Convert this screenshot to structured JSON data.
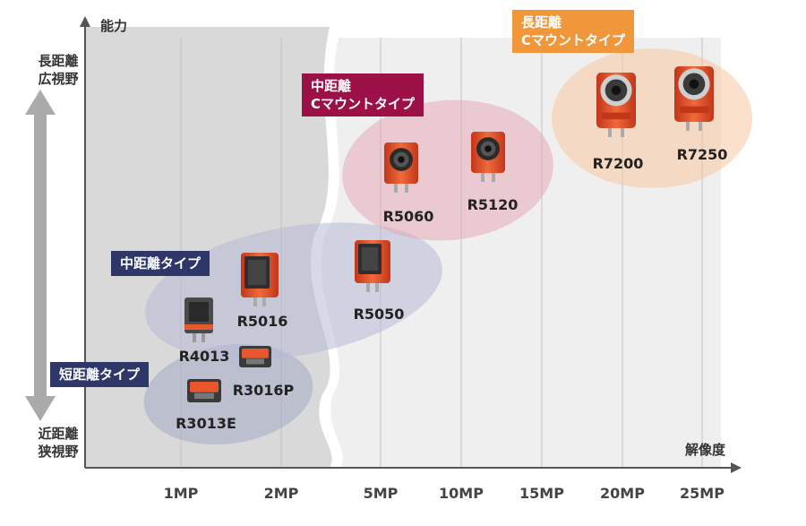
{
  "colors": {
    "accent_orange": "#f0973c",
    "tag_crimson": "#9c1048",
    "tag_navy": "#2f3668",
    "camera_orange": "#e8572b",
    "bg_gray": "#d9d9d9"
  },
  "chart_data": {
    "type": "scatter",
    "title": "",
    "xlabel": "解像度",
    "ylabel": "能力",
    "x_scale": "broken",
    "x_ticks": [
      "1MP",
      "2MP",
      "5MP",
      "10MP",
      "15MP",
      "20MP",
      "25MP"
    ],
    "y_axis_top": [
      "長距離",
      "広視野"
    ],
    "y_axis_bottom": [
      "近距離",
      "狭視野"
    ],
    "grid": true,
    "groups": [
      {
        "name": "短距離タイプ",
        "color": "#2f3668"
      },
      {
        "name": "中距離タイプ",
        "color": "#2f3668"
      },
      {
        "name": "中距離 Cマウントタイプ",
        "name_lines": [
          "中距離",
          "Cマウントタイプ"
        ],
        "color": "#9c1048"
      },
      {
        "name": "長距離 Cマウントタイプ",
        "name_lines": [
          "長距離",
          "Cマウントタイプ"
        ],
        "color": "#f0973c"
      }
    ],
    "points": [
      {
        "model": "R3013E",
        "x": "1MP",
        "group": "短距離タイプ"
      },
      {
        "model": "R3016P",
        "x": "1.6MP",
        "group": "短距離タイプ"
      },
      {
        "model": "R4013",
        "x": "1.3MP",
        "group": "中距離タイプ"
      },
      {
        "model": "R5016",
        "x": "1.6MP",
        "group": "中距離タイプ"
      },
      {
        "model": "R5050",
        "x": "5MP",
        "group": "中距離タイプ"
      },
      {
        "model": "R5060",
        "x": "6MP",
        "group": "中距離 Cマウントタイプ"
      },
      {
        "model": "R5120",
        "x": "12MP",
        "group": "中距離 Cマウントタイプ"
      },
      {
        "model": "R7200",
        "x": "20MP",
        "group": "長距離 Cマウントタイプ"
      },
      {
        "model": "R7250",
        "x": "25MP",
        "group": "長距離 Cマウントタイプ"
      }
    ]
  }
}
